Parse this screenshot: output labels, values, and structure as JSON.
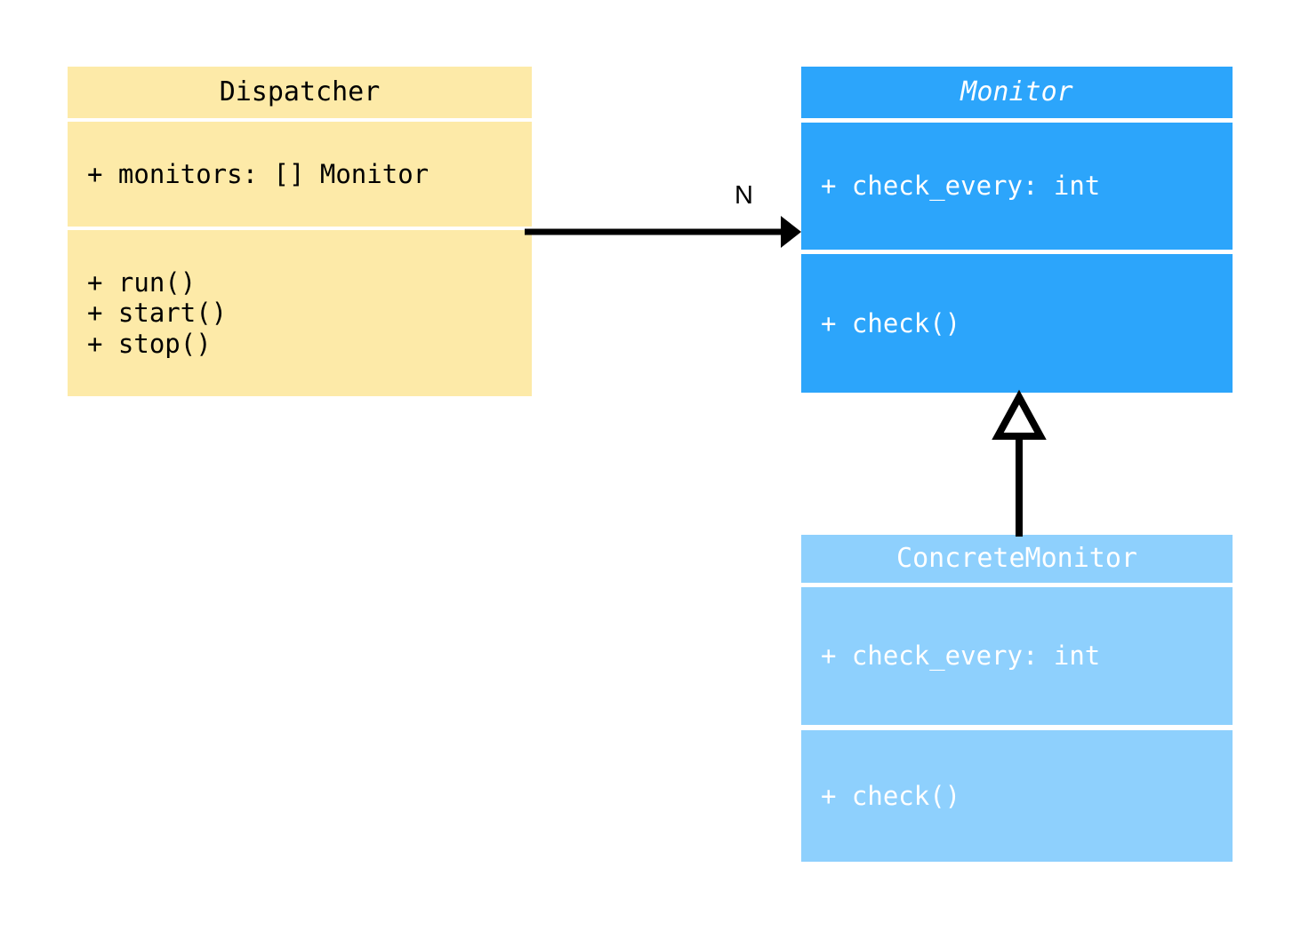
{
  "diagram": {
    "type": "uml-class-diagram",
    "background_color": "#ffffff",
    "classes": [
      {
        "id": "dispatcher",
        "name": "Dispatcher",
        "abstract": false,
        "fill_color": "#fdeaa8",
        "text_color": "#000000",
        "attributes": [
          "+ monitors: [] Monitor"
        ],
        "operations": [
          "+ run()",
          "+ start()",
          "+ stop()"
        ]
      },
      {
        "id": "monitor",
        "name": "Monitor",
        "abstract": true,
        "fill_color": "#2ca5fb",
        "text_color": "#ffffff",
        "attributes": [
          "+ check_every: int"
        ],
        "operations": [
          "+ check()"
        ]
      },
      {
        "id": "concrete_monitor",
        "name": "ConcreteMonitor",
        "abstract": false,
        "fill_color": "#8ed0fd",
        "text_color": "#ffffff",
        "attributes": [
          "+ check_every: int"
        ],
        "operations": [
          "+ check()"
        ]
      }
    ],
    "relationships": [
      {
        "id": "dispatcher-to-monitor",
        "kind": "association",
        "from": "Dispatcher",
        "to": "Monitor",
        "multiplicity_label": "N",
        "arrow_style": "solid-filled-arrowhead",
        "line_color": "#000000"
      },
      {
        "id": "concrete-monitor-to-monitor",
        "kind": "generalization",
        "from": "ConcreteMonitor",
        "to": "Monitor",
        "arrow_style": "solid-hollow-triangle",
        "line_color": "#000000"
      }
    ]
  }
}
